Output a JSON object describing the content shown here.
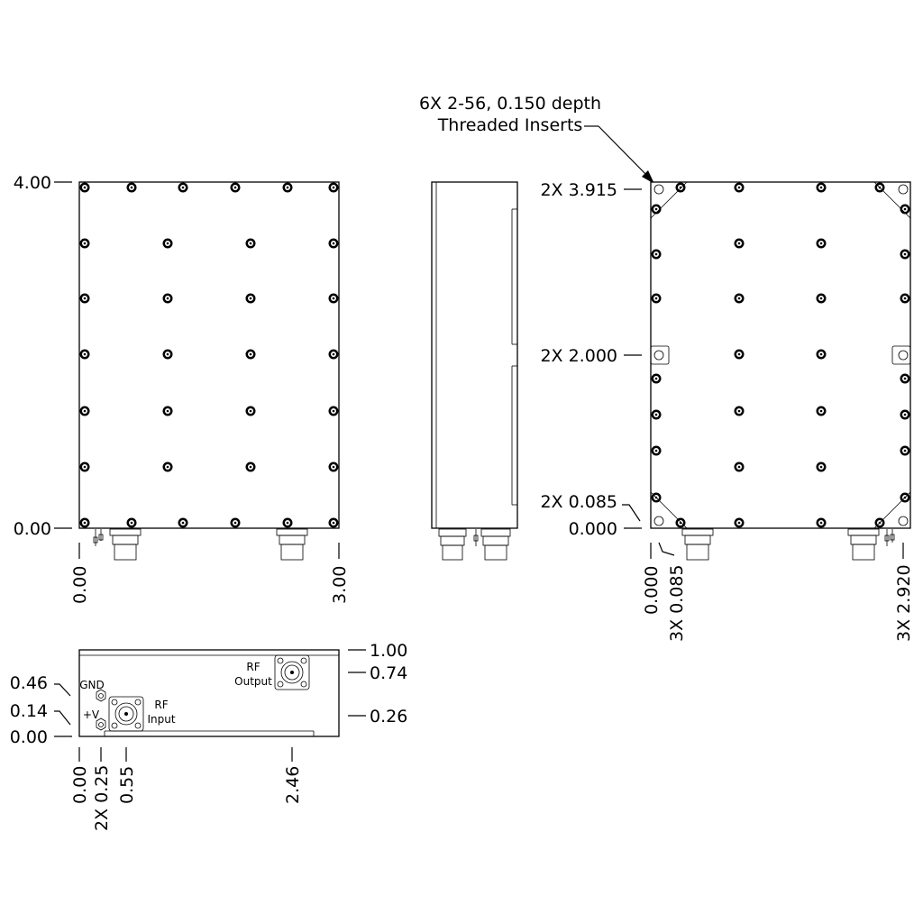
{
  "callout": {
    "line1": "6X 2-56, 0.150 depth",
    "line2": "Threaded Inserts"
  },
  "front_view": {
    "y_top": "4.00",
    "y_bottom": "0.00",
    "x_left": "0.00",
    "x_right": "3.00"
  },
  "back_view": {
    "y_labels": [
      "2X 3.915",
      "2X 2.000",
      "2X 0.085",
      "0.000"
    ],
    "x_labels": [
      "0.000",
      "3X 0.085",
      "3X 2.920"
    ]
  },
  "end_view": {
    "right_labels": [
      "1.00",
      "0.74",
      "0.26"
    ],
    "left_labels": [
      "0.46",
      "0.14",
      "0.00"
    ],
    "bottom_labels": [
      "0.00",
      "2X 0.25",
      "0.55",
      "2.46"
    ],
    "gnd_label": "GND",
    "v_label": "+V",
    "rf_input": [
      "RF",
      "Input"
    ],
    "rf_output": [
      "RF",
      "Output"
    ]
  },
  "style": {
    "line_color": "#000000",
    "background": "#ffffff"
  }
}
